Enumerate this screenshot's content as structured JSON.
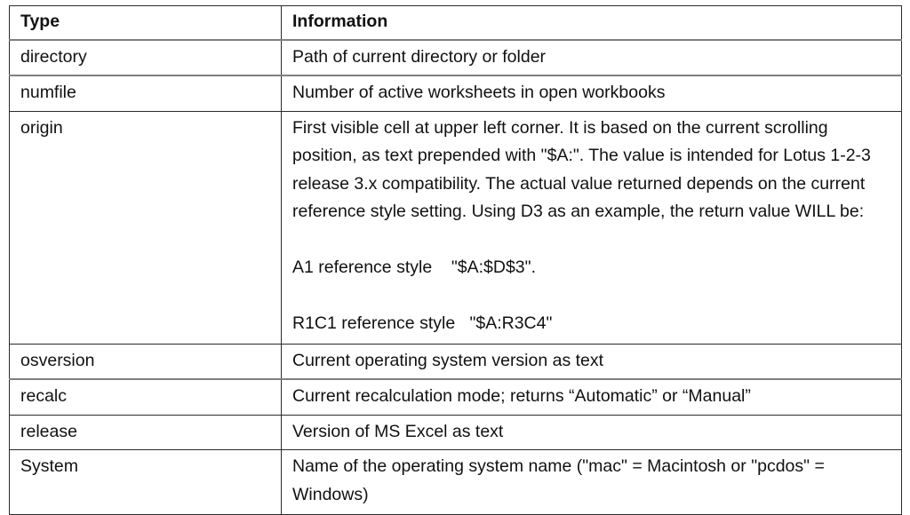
{
  "table": {
    "columns": [
      {
        "key": "type",
        "header": "Type"
      },
      {
        "key": "information",
        "header": "Information"
      }
    ],
    "rows": [
      {
        "type": "directory",
        "information": "Path of current directory or folder"
      },
      {
        "type": "numfile",
        "information": "Number of active worksheets in open workbooks"
      },
      {
        "type": "origin",
        "information": "First visible cell at upper left corner. It is based on the current scrolling position, as text prepended with \"$A:\". The value is intended for Lotus 1-2-3 release 3.x compatibility. The actual value returned depends on the current reference style setting. Using D3 as an example, the return value WILL be:",
        "information_extra": {
          "a1_label": "A1 reference style",
          "a1_value": "\"$A:$D$3\".",
          "r1c1_label": "R1C1 reference style",
          "r1c1_value": "\"$A:R3C4\""
        }
      },
      {
        "type": "osversion",
        "information": "Current operating system version as text"
      },
      {
        "type": "recalc",
        "information": "Current recalculation mode; returns “Automatic” or “Manual”"
      },
      {
        "type": "release",
        "information": "Version of MS Excel as text"
      },
      {
        "type": "System",
        "information": "Name of the operating system name (\"mac\" = Macintosh or \"pcdos\" = Windows)"
      }
    ]
  },
  "colors": {
    "border": "#2b2b2b",
    "border_light": "#7f7f7f",
    "text": "#111111",
    "background": "#ffffff"
  }
}
